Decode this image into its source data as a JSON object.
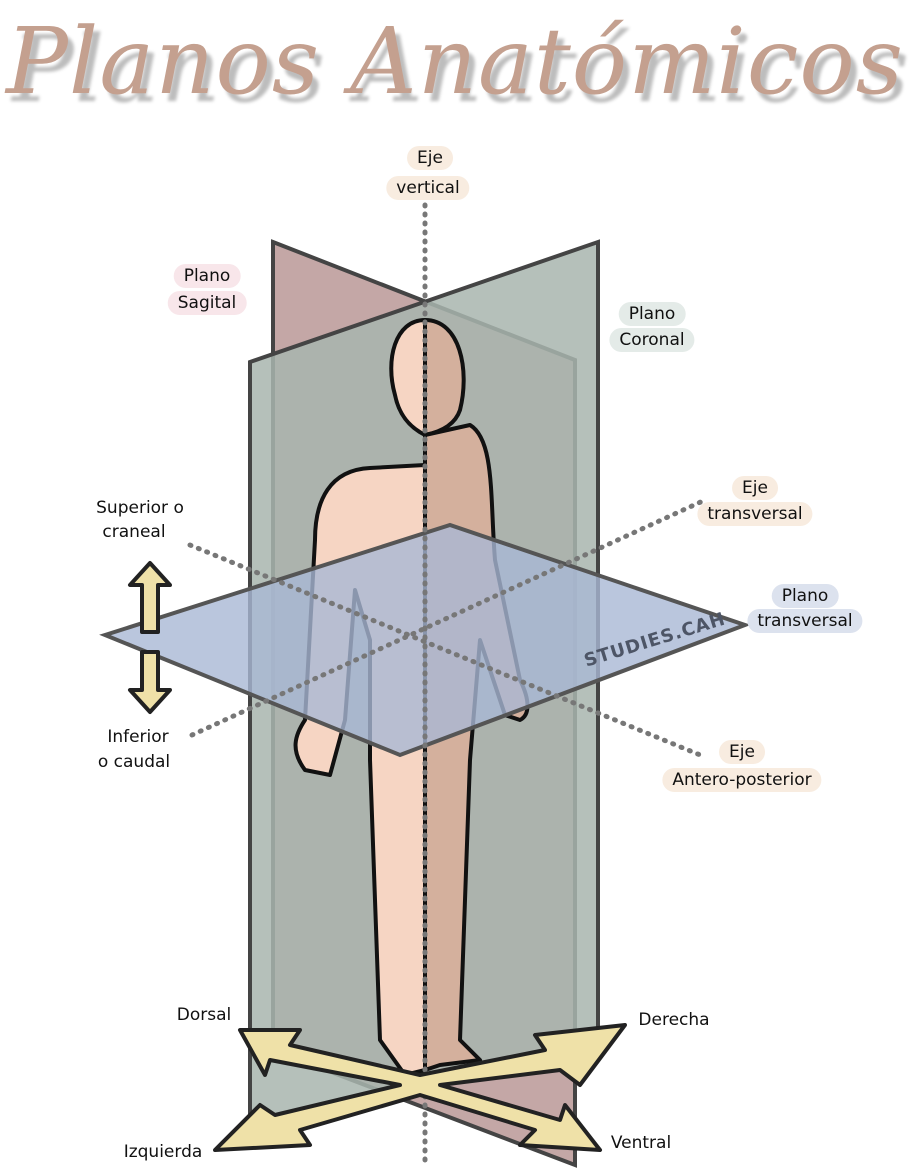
{
  "title": "Planos Anatómicos",
  "labels": {
    "vertical_axis": [
      "Eje",
      "vertical"
    ],
    "sagittal_plane": [
      "Plano",
      "Sagital"
    ],
    "coronal_plane": [
      "Plano",
      "Coronal"
    ],
    "transverse_axis": [
      "Eje",
      "transversal"
    ],
    "transverse_plane": [
      "Plano",
      "transversal"
    ],
    "antero_posterior_axis": [
      "Eje",
      "Antero-posterior"
    ],
    "superior": [
      "Superior o",
      "craneal"
    ],
    "inferior": [
      "Inferior",
      "o caudal"
    ],
    "dorsal": "Dorsal",
    "derecha": "Derecha",
    "izquierda": "Izquierda",
    "ventral": "Ventral"
  },
  "watermark": "STUDIES.CAH",
  "colors": {
    "title": "#c4a08f",
    "sagittal": "#c4a7a6",
    "coronal": "#a8b5ae",
    "transverse": "#a9b8d4",
    "skin": "#f6d5c3",
    "skin_shade": "#d4b09d",
    "arrow": "#efe1a8"
  }
}
